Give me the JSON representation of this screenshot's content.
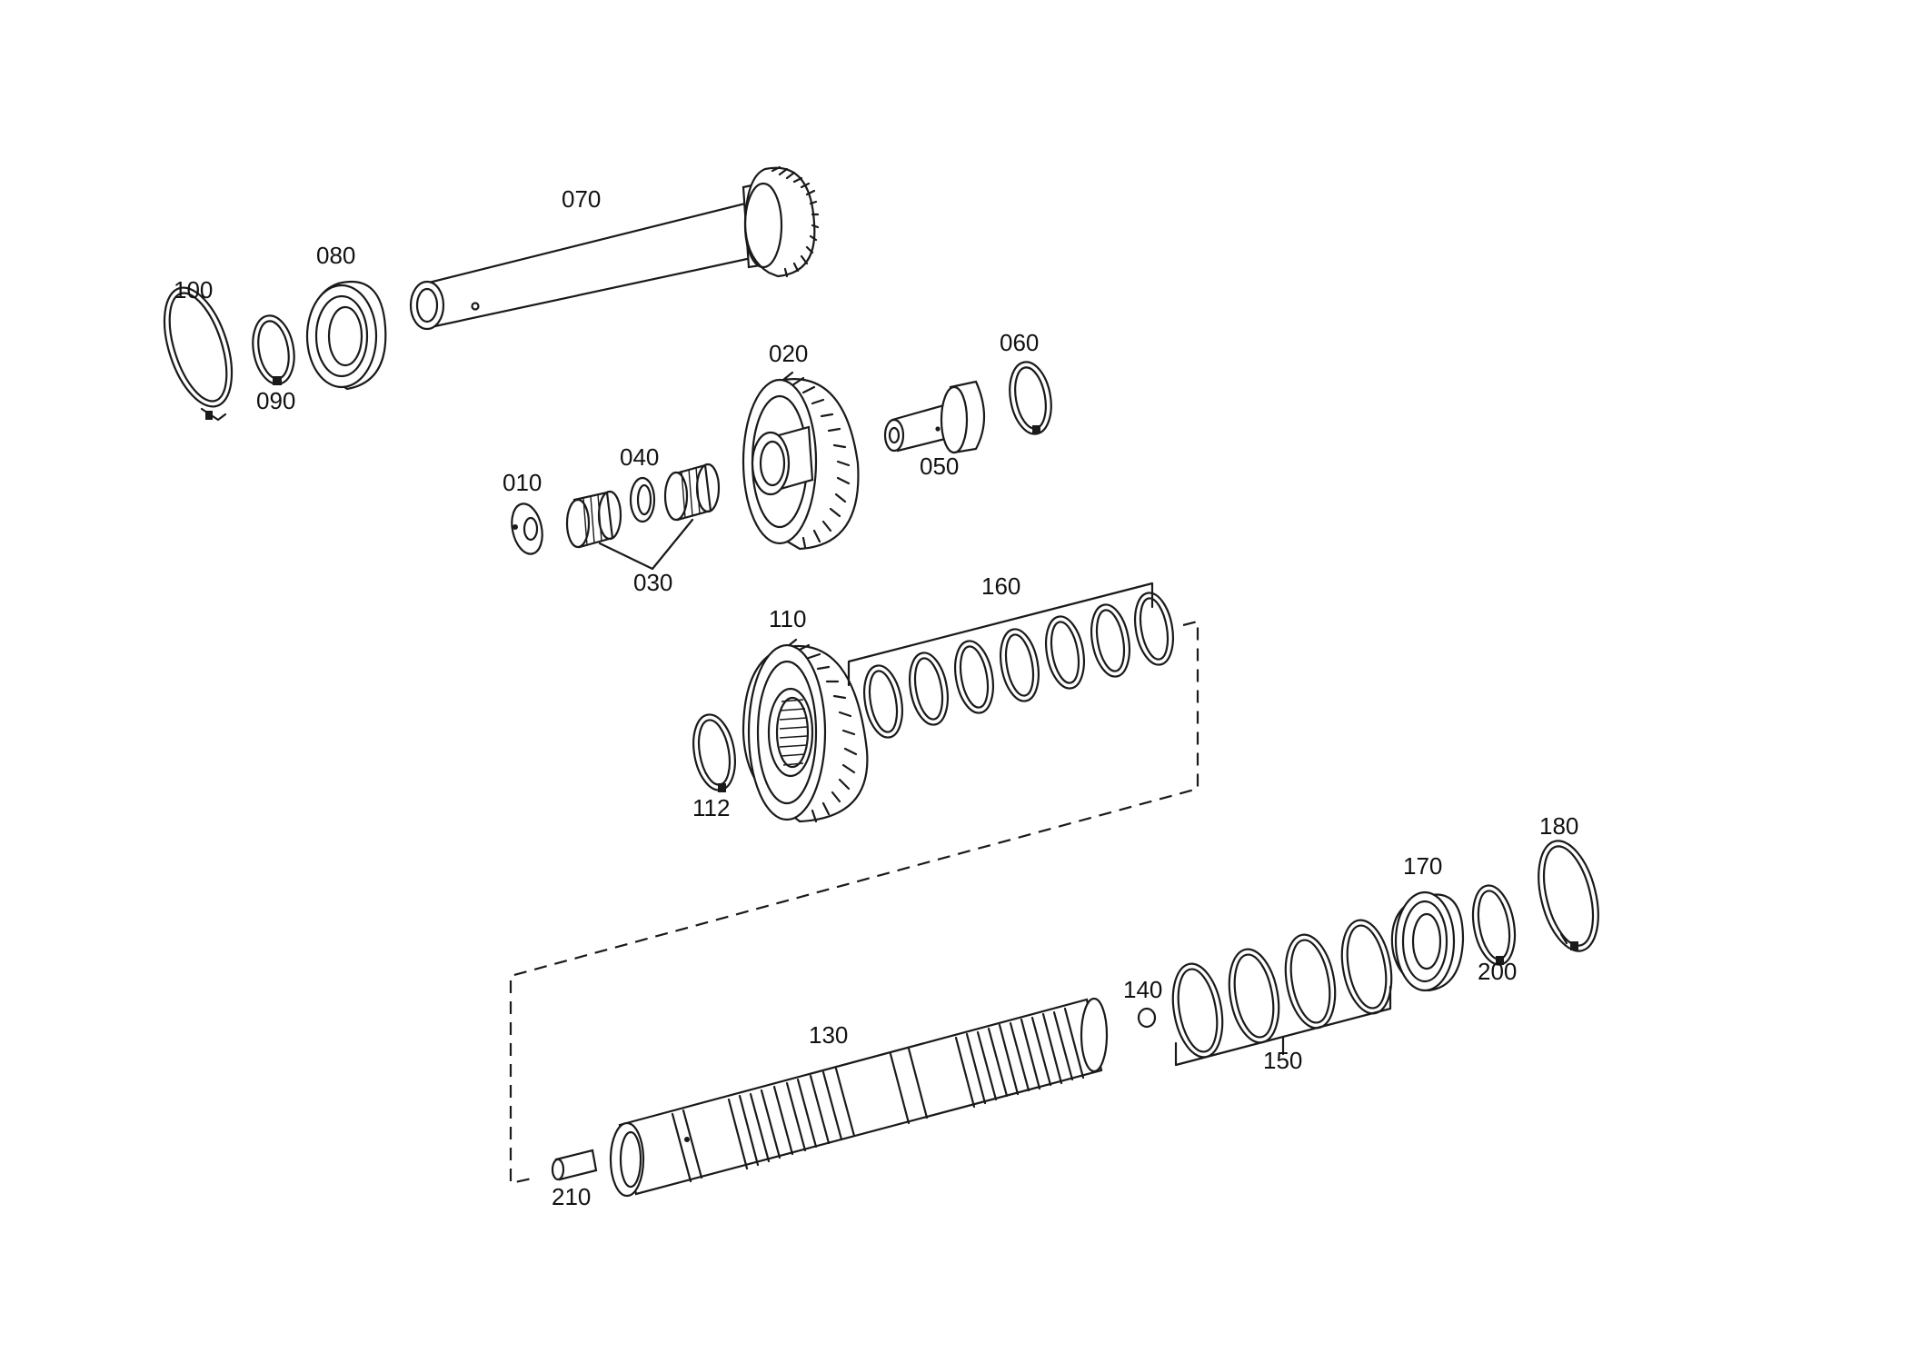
{
  "diagram": {
    "type": "exploded parts view",
    "callouts": [
      {
        "id": "p070",
        "text": "070"
      },
      {
        "id": "p080",
        "text": "080"
      },
      {
        "id": "p100",
        "text": "100"
      },
      {
        "id": "p090",
        "text": "090"
      },
      {
        "id": "p020",
        "text": "020"
      },
      {
        "id": "p060",
        "text": "060"
      },
      {
        "id": "p050",
        "text": "050"
      },
      {
        "id": "p040",
        "text": "040"
      },
      {
        "id": "p010",
        "text": "010"
      },
      {
        "id": "p030",
        "text": "030"
      },
      {
        "id": "p160",
        "text": "160"
      },
      {
        "id": "p110",
        "text": "110"
      },
      {
        "id": "p112",
        "text": "112"
      },
      {
        "id": "p180",
        "text": "180"
      },
      {
        "id": "p170",
        "text": "170"
      },
      {
        "id": "p200",
        "text": "200"
      },
      {
        "id": "p140",
        "text": "140"
      },
      {
        "id": "p130",
        "text": "130"
      },
      {
        "id": "p150",
        "text": "150"
      },
      {
        "id": "p210",
        "text": "210"
      }
    ]
  }
}
